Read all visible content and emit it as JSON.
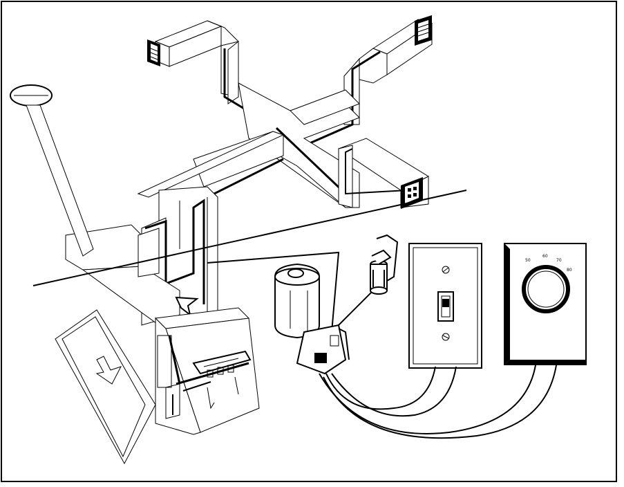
{
  "thermostat": {
    "scale_labels": [
      "50",
      "60",
      "70",
      "80"
    ]
  },
  "colors": {
    "line": "#000000",
    "background": "#ffffff"
  }
}
